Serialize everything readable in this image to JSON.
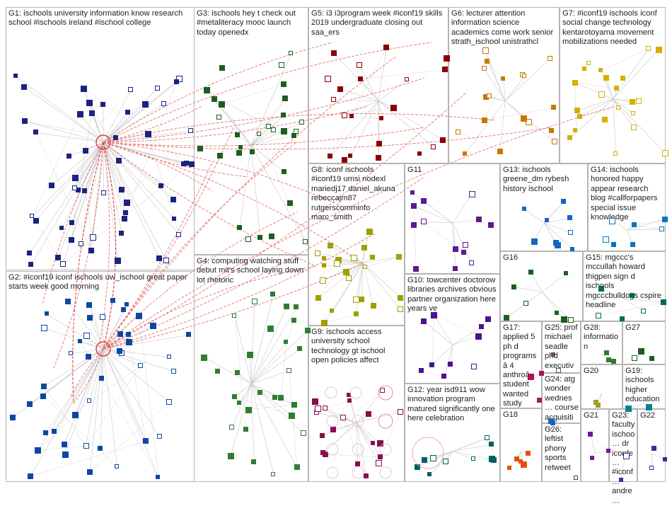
{
  "graph": {
    "groups": [
      {
        "id": "G1",
        "label": "G1: ischools university information know research school #ischools ireland #ischool college",
        "color": "#1a237e"
      },
      {
        "id": "G2",
        "label": "G2: #iconf19 iconf ischools uw_ischool great paper starts week good morning",
        "color": "#0d47a1"
      },
      {
        "id": "G3",
        "label": "G3: ischools hey t check out #metaliteracy mooc launch today openedx",
        "color": "#1b5e20"
      },
      {
        "id": "G4",
        "label": "G4: computing watching stuff debut mit's school laying down lot rhetoric",
        "color": "#2e7d32"
      },
      {
        "id": "G5",
        "label": "G5: i3 i3program week #iconf19 skills 2019 undergraduate closing out saa_ers",
        "color": "#8b0000"
      },
      {
        "id": "G6",
        "label": "G6: lecturer attention information science academics come work senior strath_ischool unistrathcl",
        "color": "#c77800"
      },
      {
        "id": "G7",
        "label": "G7: #iconf19 ischools iconf social change technology kentarotoyama movement mobilizations needed",
        "color": "#d4b000"
      },
      {
        "id": "G8",
        "label": "G8: iconf ischools #iconf19 umsi nodexl mariedj17 daniel_akuna rebeccajm87 rutgerscomminfo marc_smith",
        "color": "#a0a000"
      },
      {
        "id": "G9",
        "label": "G9: ischools access university school technology gt ischool open policies affect",
        "color": "#880e4f"
      },
      {
        "id": "G10",
        "label": "G10: towcenter doctorow libraries archives obvious partner organization here years ve",
        "color": "#4a148c"
      },
      {
        "id": "G11",
        "label": "G11",
        "color": "#5c1a8c"
      },
      {
        "id": "G12",
        "label": "G12: year isd911 wow innovation program matured significantly one here celebration",
        "color": "#006064"
      },
      {
        "id": "G13",
        "label": "G13: ischools greene_dm rybesh history ischool",
        "color": "#1565c0"
      },
      {
        "id": "G14",
        "label": "G14: ischools honored happy appear research blog #callforpapers special issue knowledge",
        "color": "#0277bd"
      },
      {
        "id": "G15",
        "label": "G15: mgccc's mccullah howard thigpen sign d ischools mgcccbulldogs cspire headline",
        "color": "#00695c"
      },
      {
        "id": "G16",
        "label": "G16",
        "color": "#1b5e20"
      },
      {
        "id": "G17",
        "label": "G17: applied 5 ph d programsâ 4 anthroâ student wanted study",
        "color": "#ad1457"
      },
      {
        "id": "G18",
        "label": "G18",
        "color": "#e65100"
      },
      {
        "id": "G19",
        "label": "G19: ischools higher education…",
        "color": "#00838f"
      },
      {
        "id": "G20",
        "label": "G20",
        "color": "#9e9d24"
      },
      {
        "id": "G21",
        "label": "G21",
        "color": "#6a1b9a"
      },
      {
        "id": "G22",
        "label": "G22",
        "color": "#283593"
      },
      {
        "id": "G23",
        "label": "G23: faculty ischoo… dr iconfe… #iconf… andre…",
        "color": "#4527a0"
      },
      {
        "id": "G24",
        "label": "G24: atg wonder wednes… course acquisiti…",
        "color": "#1565c0"
      },
      {
        "id": "G25",
        "label": "G25: prof michael seadle phd executiv…",
        "color": "#6d4c41"
      },
      {
        "id": "G26",
        "label": "G26: leftist phony sports retweet",
        "color": "#37474f"
      },
      {
        "id": "G27",
        "label": "G27",
        "color": "#1b5e20"
      },
      {
        "id": "G28",
        "label": "G28: information",
        "color": "#2e7d32"
      }
    ]
  }
}
